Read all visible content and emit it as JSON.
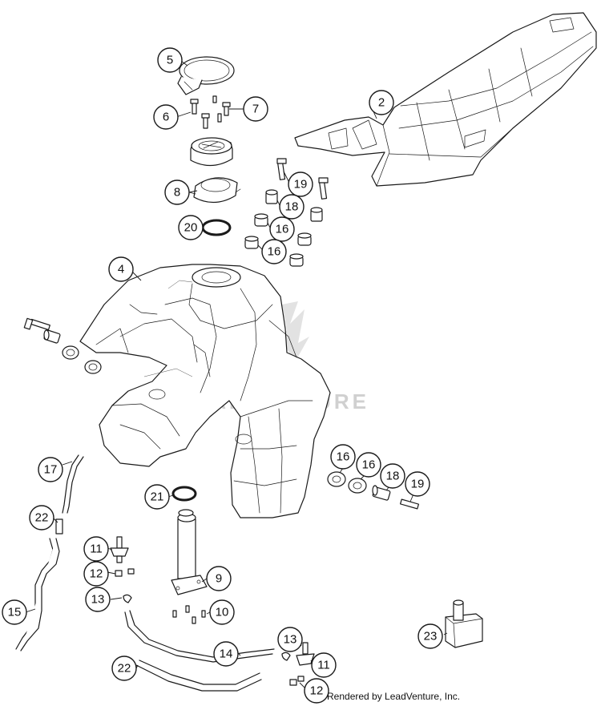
{
  "watermark": {
    "text": "LEADVENTURE",
    "color": "#d0d0d0"
  },
  "credit": "Rendered by LeadVenture, Inc.",
  "callouts": [
    {
      "label": "5"
    },
    {
      "label": "6"
    },
    {
      "label": "7"
    },
    {
      "label": "2"
    },
    {
      "label": "8"
    },
    {
      "label": "19"
    },
    {
      "label": "18"
    },
    {
      "label": "20"
    },
    {
      "label": "16"
    },
    {
      "label": "16"
    },
    {
      "label": "4"
    },
    {
      "label": "16"
    },
    {
      "label": "16"
    },
    {
      "label": "18"
    },
    {
      "label": "19"
    },
    {
      "label": "17"
    },
    {
      "label": "21"
    },
    {
      "label": "22"
    },
    {
      "label": "11"
    },
    {
      "label": "9"
    },
    {
      "label": "12"
    },
    {
      "label": "13"
    },
    {
      "label": "10"
    },
    {
      "label": "15"
    },
    {
      "label": "23"
    },
    {
      "label": "13"
    },
    {
      "label": "14"
    },
    {
      "label": "11"
    },
    {
      "label": "22"
    },
    {
      "label": "12"
    }
  ],
  "parts": [
    {
      "icon": "seat-icon"
    },
    {
      "icon": "fuel-tank-icon"
    },
    {
      "icon": "filler-cap-icon"
    },
    {
      "icon": "fuel-pump-icon"
    },
    {
      "icon": "hose-icon"
    },
    {
      "icon": "filter-icon"
    },
    {
      "icon": "bolt-icon"
    },
    {
      "icon": "bushing-icon"
    },
    {
      "icon": "o-ring-icon"
    }
  ]
}
